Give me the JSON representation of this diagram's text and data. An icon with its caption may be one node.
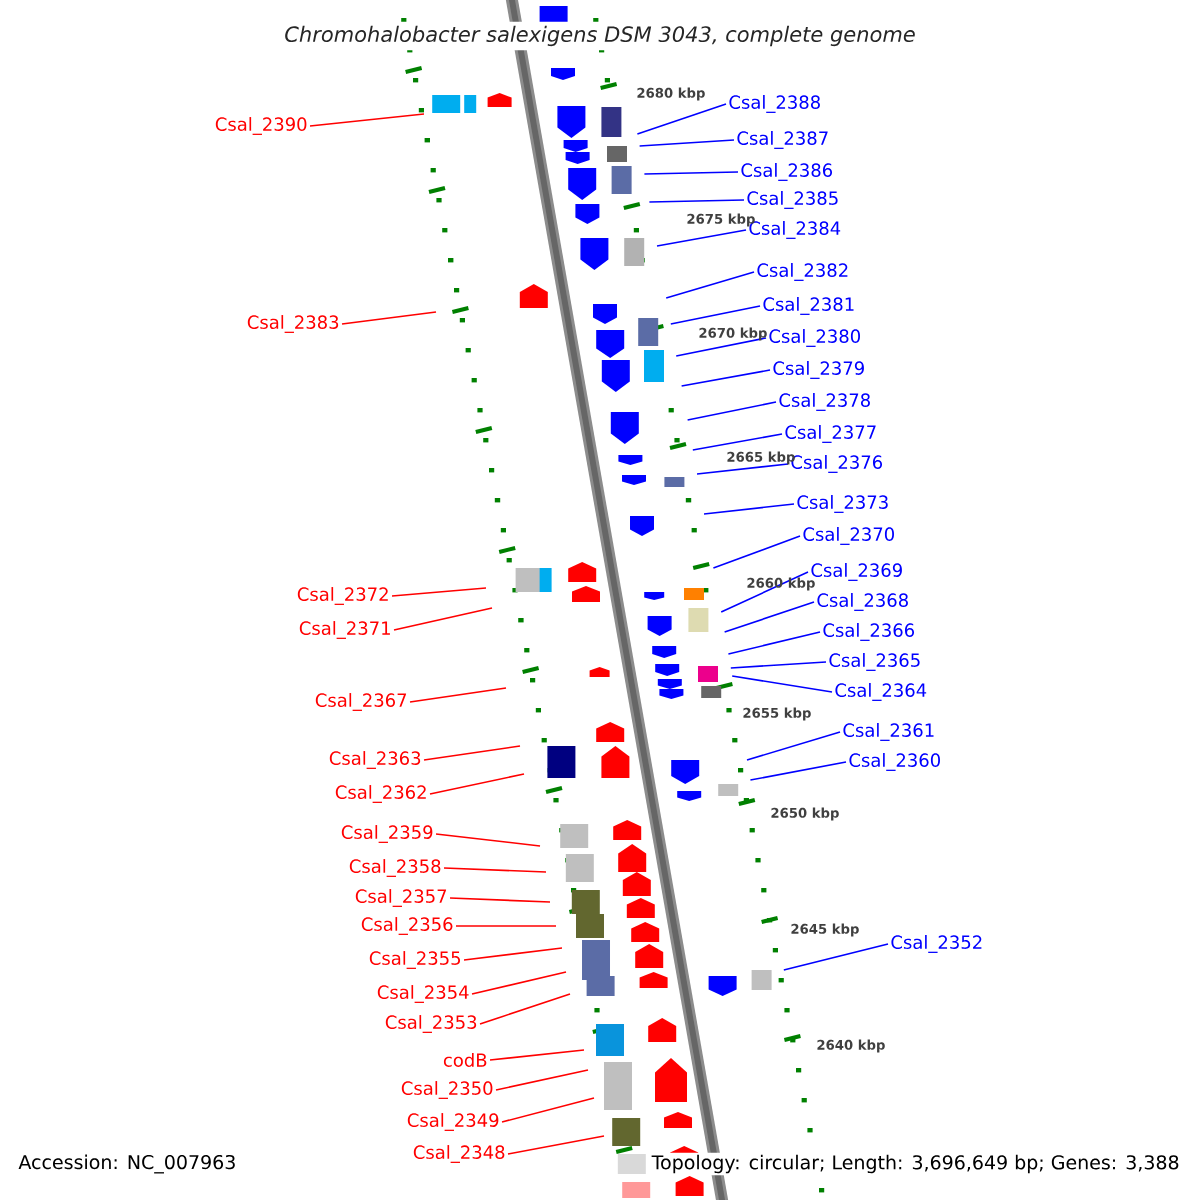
{
  "diagram": {
    "title": "Chromohalobacter salexigens DSM 3043, complete genome",
    "nodes": [
      {
        "text": [
          "Csal_2388"
        ]
      },
      {
        "text": [
          "Csal_2390"
        ]
      },
      {
        "text": [
          "Csal_2387"
        ]
      },
      {
        "text": [
          "Csal_2386"
        ]
      },
      {
        "text": [
          "Csal_2385"
        ]
      },
      {
        "text": [
          "Csal_2384"
        ]
      },
      {
        "text": [
          "Csal_2382"
        ]
      },
      {
        "text": [
          "Csal_2381"
        ]
      },
      {
        "text": [
          "Csal_2383"
        ]
      },
      {
        "text": [
          "Csal_2380"
        ]
      },
      {
        "text": [
          "Csal_2379"
        ]
      },
      {
        "text": [
          "Csal_2378"
        ]
      },
      {
        "text": [
          "Csal_2377"
        ]
      },
      {
        "text": [
          "Csal_2376"
        ]
      },
      {
        "text": [
          "Csal_2373"
        ]
      },
      {
        "text": [
          "Csal_2370"
        ]
      },
      {
        "text": [
          "Csal_2369"
        ]
      },
      {
        "text": [
          "Csal_2372"
        ]
      },
      {
        "text": [
          "Csal_2368"
        ]
      },
      {
        "text": [
          "Csal_2371"
        ]
      },
      {
        "text": [
          "Csal_2366"
        ]
      },
      {
        "text": [
          "Csal_2365"
        ]
      },
      {
        "text": [
          "Csal_2364"
        ]
      },
      {
        "text": [
          "Csal_2367"
        ]
      },
      {
        "text": [
          "Csal_2361"
        ]
      },
      {
        "text": [
          "Csal_2363"
        ]
      },
      {
        "text": [
          "Csal_2360"
        ]
      },
      {
        "text": [
          "Csal_2362"
        ]
      },
      {
        "text": [
          "Csal_2359"
        ]
      },
      {
        "text": [
          "Csal_2358"
        ]
      },
      {
        "text": [
          "Csal_2357"
        ]
      },
      {
        "text": [
          "Csal_2356"
        ]
      },
      {
        "text": [
          "Csal_2355"
        ]
      },
      {
        "text": [
          "Csal_2354"
        ]
      },
      {
        "text": [
          "Csal_2352"
        ]
      },
      {
        "text": [
          "Csal_2353"
        ]
      },
      {
        "text": [
          "codB"
        ]
      },
      {
        "text": [
          "Csal_2350"
        ]
      },
      {
        "text": [
          "Csal_2349"
        ]
      },
      {
        "text": [
          "Csal_2348"
        ]
      }
    ],
    "edges": [
      {
        "from": 0,
        "to": null,
        "arrow": "none"
      },
      {
        "from": 1,
        "to": null,
        "arrow": "none",
        "color": "#ff0000"
      },
      {
        "from": 2,
        "to": null,
        "arrow": "none"
      },
      {
        "from": 3,
        "to": null,
        "arrow": "none"
      },
      {
        "from": 4,
        "to": null,
        "arrow": "none"
      },
      {
        "from": 5,
        "to": null,
        "arrow": "none"
      },
      {
        "from": 6,
        "to": null,
        "arrow": "none"
      },
      {
        "from": 7,
        "to": null,
        "arrow": "none"
      },
      {
        "from": 8,
        "to": null,
        "arrow": "none",
        "color": "#ff0000"
      },
      {
        "from": 9,
        "to": null,
        "arrow": "none"
      },
      {
        "from": 10,
        "to": null,
        "arrow": "none"
      },
      {
        "from": 11,
        "to": null,
        "arrow": "none"
      },
      {
        "from": 12,
        "to": null,
        "arrow": "none"
      },
      {
        "from": 13,
        "to": null,
        "arrow": "none"
      },
      {
        "from": 14,
        "to": null,
        "arrow": "none"
      },
      {
        "from": 15,
        "to": null,
        "arrow": "none"
      },
      {
        "from": 16,
        "to": null,
        "arrow": "none"
      },
      {
        "from": 17,
        "to": null,
        "arrow": "none",
        "color": "#ff0000"
      },
      {
        "from": 18,
        "to": null,
        "arrow": "none"
      },
      {
        "from": 19,
        "to": null,
        "arrow": "none",
        "color": "#ff0000"
      },
      {
        "from": 20,
        "to": null,
        "arrow": "none"
      },
      {
        "from": 21,
        "to": null,
        "arrow": "none"
      },
      {
        "from": 22,
        "to": null,
        "arrow": "none"
      },
      {
        "from": 23,
        "to": null,
        "arrow": "none",
        "color": "#ff0000"
      },
      {
        "from": 24,
        "to": null,
        "arrow": "none"
      },
      {
        "from": 25,
        "to": null,
        "arrow": "none",
        "color": "#ff0000"
      },
      {
        "from": 26,
        "to": null,
        "arrow": "none"
      },
      {
        "from": 27,
        "to": null,
        "arrow": "none",
        "color": "#ff0000"
      },
      {
        "from": 28,
        "to": null,
        "arrow": "none",
        "color": "#ff0000"
      },
      {
        "from": 29,
        "to": null,
        "arrow": "none",
        "color": "#ff0000"
      },
      {
        "from": 30,
        "to": null,
        "arrow": "none",
        "color": "#ff0000"
      },
      {
        "from": 31,
        "to": null,
        "arrow": "none",
        "color": "#ff0000"
      },
      {
        "from": 32,
        "to": null,
        "arrow": "none",
        "color": "#ff0000"
      },
      {
        "from": 33,
        "to": null,
        "arrow": "none",
        "color": "#ff0000"
      },
      {
        "from": 34,
        "to": null,
        "arrow": "none"
      },
      {
        "from": 35,
        "to": null,
        "arrow": "none",
        "color": "#ff0000"
      },
      {
        "from": 36,
        "to": null,
        "arrow": "none",
        "color": "#ff0000"
      },
      {
        "from": 37,
        "to": null,
        "arrow": "none",
        "color": "#ff0000"
      },
      {
        "from": 38,
        "to": null,
        "arrow": "none",
        "color": "#ff0000"
      },
      {
        "from": 39,
        "to": null,
        "arrow": "none",
        "color": "#ff0000"
      }
    ],
    "labels": [
      "2680 kbp",
      "2675 kbp",
      "2670 kbp",
      "2665 kbp",
      "2660 kbp",
      "2655 kbp",
      "2650 kbp",
      "2645 kbp",
      "2640 kbp",
      "Accession: NC_007963",
      "Topology: circular; Length: 3,696,649 bp; Genes: 3,388"
    ]
  }
}
